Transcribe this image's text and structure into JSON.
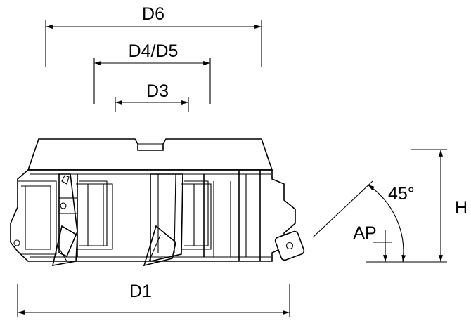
{
  "labels": {
    "d6": "D6",
    "d4_d5": "D4/D5",
    "d3": "D3",
    "d1": "D1",
    "h": "H",
    "ap": "AP",
    "angle": "45°"
  },
  "colors": {
    "line": "#000000",
    "background": "#ffffff"
  }
}
